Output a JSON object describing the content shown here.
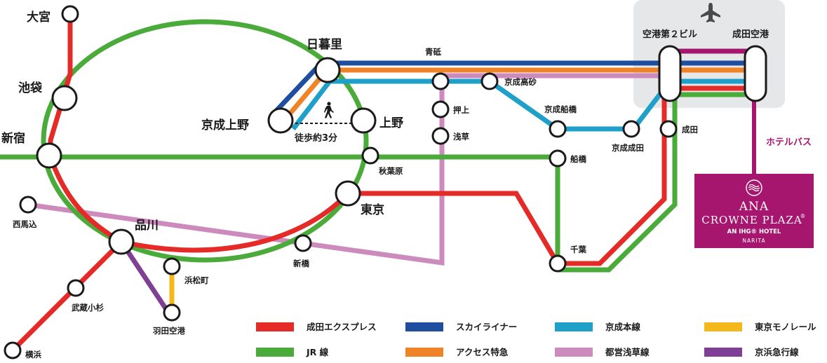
{
  "colors": {
    "narita_express": "#e52b28",
    "jr": "#4aaa3a",
    "skyliner": "#1f4e9f",
    "access": "#ee8427",
    "keisei_main": "#1fa0c8",
    "asakusa": "#cc8abd",
    "monorail": "#f4b71c",
    "keikyu": "#7e3f95",
    "hotel_bg": "#a6166f",
    "bus": "#a6166f",
    "airport_bg": "#e6e7e8"
  },
  "stations": {
    "omiya": "大宮",
    "ikebukuro": "池袋",
    "shinjuku": "新宿",
    "nishimagome": "西馬込",
    "shinagawa": "品川",
    "musashikosugi": "武蔵小杉",
    "yokohama": "横浜",
    "hamamatsucho": "浜松町",
    "haneda": "羽田空港",
    "shinbashi": "新橋",
    "tokyo": "東京",
    "akihabara": "秋葉原",
    "ueno": "上野",
    "keisei_ueno": "京成上野",
    "nippori": "日暮里",
    "aoto": "青砥",
    "oshiage": "押上",
    "asakusa": "浅草",
    "keisei_takasago": "京成高砂",
    "keisei_funabashi": "京成船橋",
    "funabashi": "船橋",
    "keisei_narita": "京成成田",
    "narita": "成田",
    "chiba": "千葉",
    "airport_t2": "空港第２ビル",
    "narita_airport": "成田空港"
  },
  "walk_label": "徒歩約3分",
  "bus_label": "ホテルバス",
  "airport_icon": "airplane-icon",
  "walk_icon": "walking-person-icon",
  "hotel": {
    "line1": "ANA",
    "line2": "CROWNE PLAZA",
    "line2_mark": "®",
    "line3": "AN IHG® HOTEL",
    "line4": "NARITA",
    "logo_icon": "crowne-plaza-wave-logo-icon"
  },
  "legend": [
    {
      "label": "成田エクスプレス",
      "color": "#e52b28"
    },
    {
      "label": "スカイライナー",
      "color": "#1f4e9f"
    },
    {
      "label": "京成本線",
      "color": "#1fa0c8"
    },
    {
      "label": "東京モノレール",
      "color": "#f4b71c"
    },
    {
      "label": "JR 線",
      "color": "#4aaa3a"
    },
    {
      "label": "アクセス特急",
      "color": "#ee8427"
    },
    {
      "label": "都営浅草線",
      "color": "#cc8abd"
    },
    {
      "label": "京浜急行線",
      "color": "#7e3f95"
    }
  ]
}
